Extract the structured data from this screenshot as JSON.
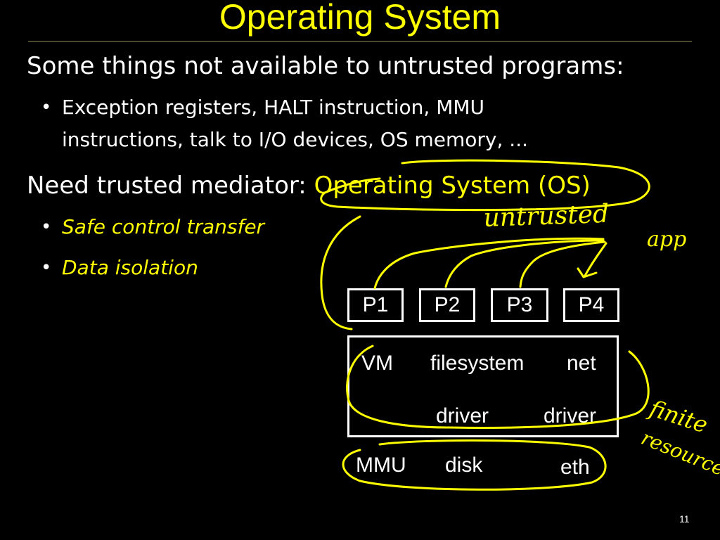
{
  "slide": {
    "title": "Operating System",
    "line1": "Some things not available to untrusted programs:",
    "bullet1_line1": "Exception registers, HALT instruction, MMU",
    "bullet1_line2": "instructions, talk to I/O devices, OS memory, ...",
    "line2_prefix": "Need trusted mediator: ",
    "line2_highlight": "Operating System (OS)",
    "bullet2": "Safe control transfer",
    "bullet3": "Data isolation",
    "bullet_glyph": "•",
    "page_number": "11"
  },
  "diagram": {
    "processes": [
      "P1",
      "P2",
      "P3",
      "P4"
    ],
    "kernel_row1": [
      "VM",
      "filesystem",
      "net"
    ],
    "kernel_row2": [
      "driver",
      "driver"
    ],
    "hardware": [
      "MMU",
      "disk",
      "eth"
    ]
  },
  "annotations": {
    "untrusted": "untrusted",
    "app": "app",
    "finite": "finite",
    "resources": "resources"
  },
  "colors": {
    "background": "#000000",
    "accent": "#FFFF00",
    "text": "#FFFFFF"
  }
}
